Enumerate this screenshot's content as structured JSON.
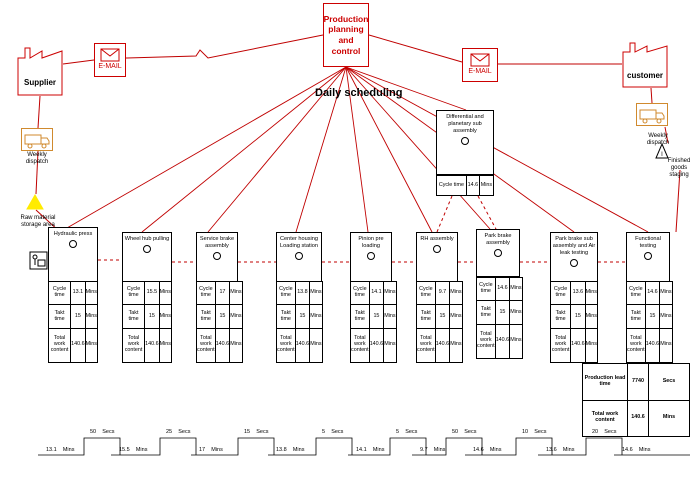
{
  "production_control": {
    "label": "Production planning and control"
  },
  "daily_scheduling": "Daily scheduling",
  "email_left": {
    "label": "E-MAIL"
  },
  "email_right": {
    "label": "E-MAIL"
  },
  "supplier": {
    "label": "Supplier",
    "truck_label": "Weekly dispatch"
  },
  "customer": {
    "label": "customer",
    "truck_label": "Weekly dispatch"
  },
  "raw_material": {
    "label": "Raw material storage area"
  },
  "finished_goods": {
    "label": "Finished goods staging"
  },
  "differential": {
    "name": "Differential and planetary sub assembly",
    "cycle_label": "Cycle time",
    "cycle_value": "14.6",
    "unit": "Mins"
  },
  "process_labels": {
    "cycle": "Cycle time",
    "takt": "Takt time",
    "total": "Total work content",
    "unit": "Mins"
  },
  "processes": [
    {
      "name": "Hydraulic press",
      "cycle": "13.1",
      "takt": "15",
      "total": "140.6"
    },
    {
      "name": "Wheel hub pulling",
      "cycle": "15.5",
      "takt": "15",
      "total": "140.6"
    },
    {
      "name": "Service brake assembly",
      "cycle": "17",
      "takt": "15",
      "total": "140.6"
    },
    {
      "name": "Center housing Loading station",
      "cycle": "13.8",
      "takt": "15",
      "total": "140.6"
    },
    {
      "name": "Pinion pre loading",
      "cycle": "14.1",
      "takt": "15",
      "total": "140.6"
    },
    {
      "name": "RH assembly",
      "cycle": "9.7",
      "takt": "15",
      "total": "140.6"
    },
    {
      "name": "Park brake assembly",
      "cycle": "14.6",
      "takt": "15",
      "total": "140.6"
    },
    {
      "name": "Park brake sub assembly and Air leak testing",
      "cycle": "13.6",
      "takt": "15",
      "total": "140.6"
    },
    {
      "name": "Functional testing",
      "cycle": "14.6",
      "takt": "15",
      "total": "140.6"
    }
  ],
  "summary": {
    "lead_label": "Production lead time",
    "lead_value": "7740",
    "lead_unit": "Secs",
    "work_label": "Total work content",
    "work_value": "140.6",
    "work_unit": "Mins"
  },
  "timeline": {
    "waits": [
      "50",
      "25",
      "15",
      "5",
      "5",
      "50",
      "10",
      "20"
    ],
    "wait_unit": "Secs",
    "cycles": [
      "13.1",
      "15.5",
      "17",
      "13.8",
      "14.1",
      "9.7",
      "14.6",
      "13.6",
      "14.6"
    ],
    "cycle_unit": "Mins"
  },
  "colors": {
    "info_line": "#c00000",
    "material_flow": "#c00000",
    "truck": "#d08a2e",
    "inventory": "#ffeb00"
  }
}
